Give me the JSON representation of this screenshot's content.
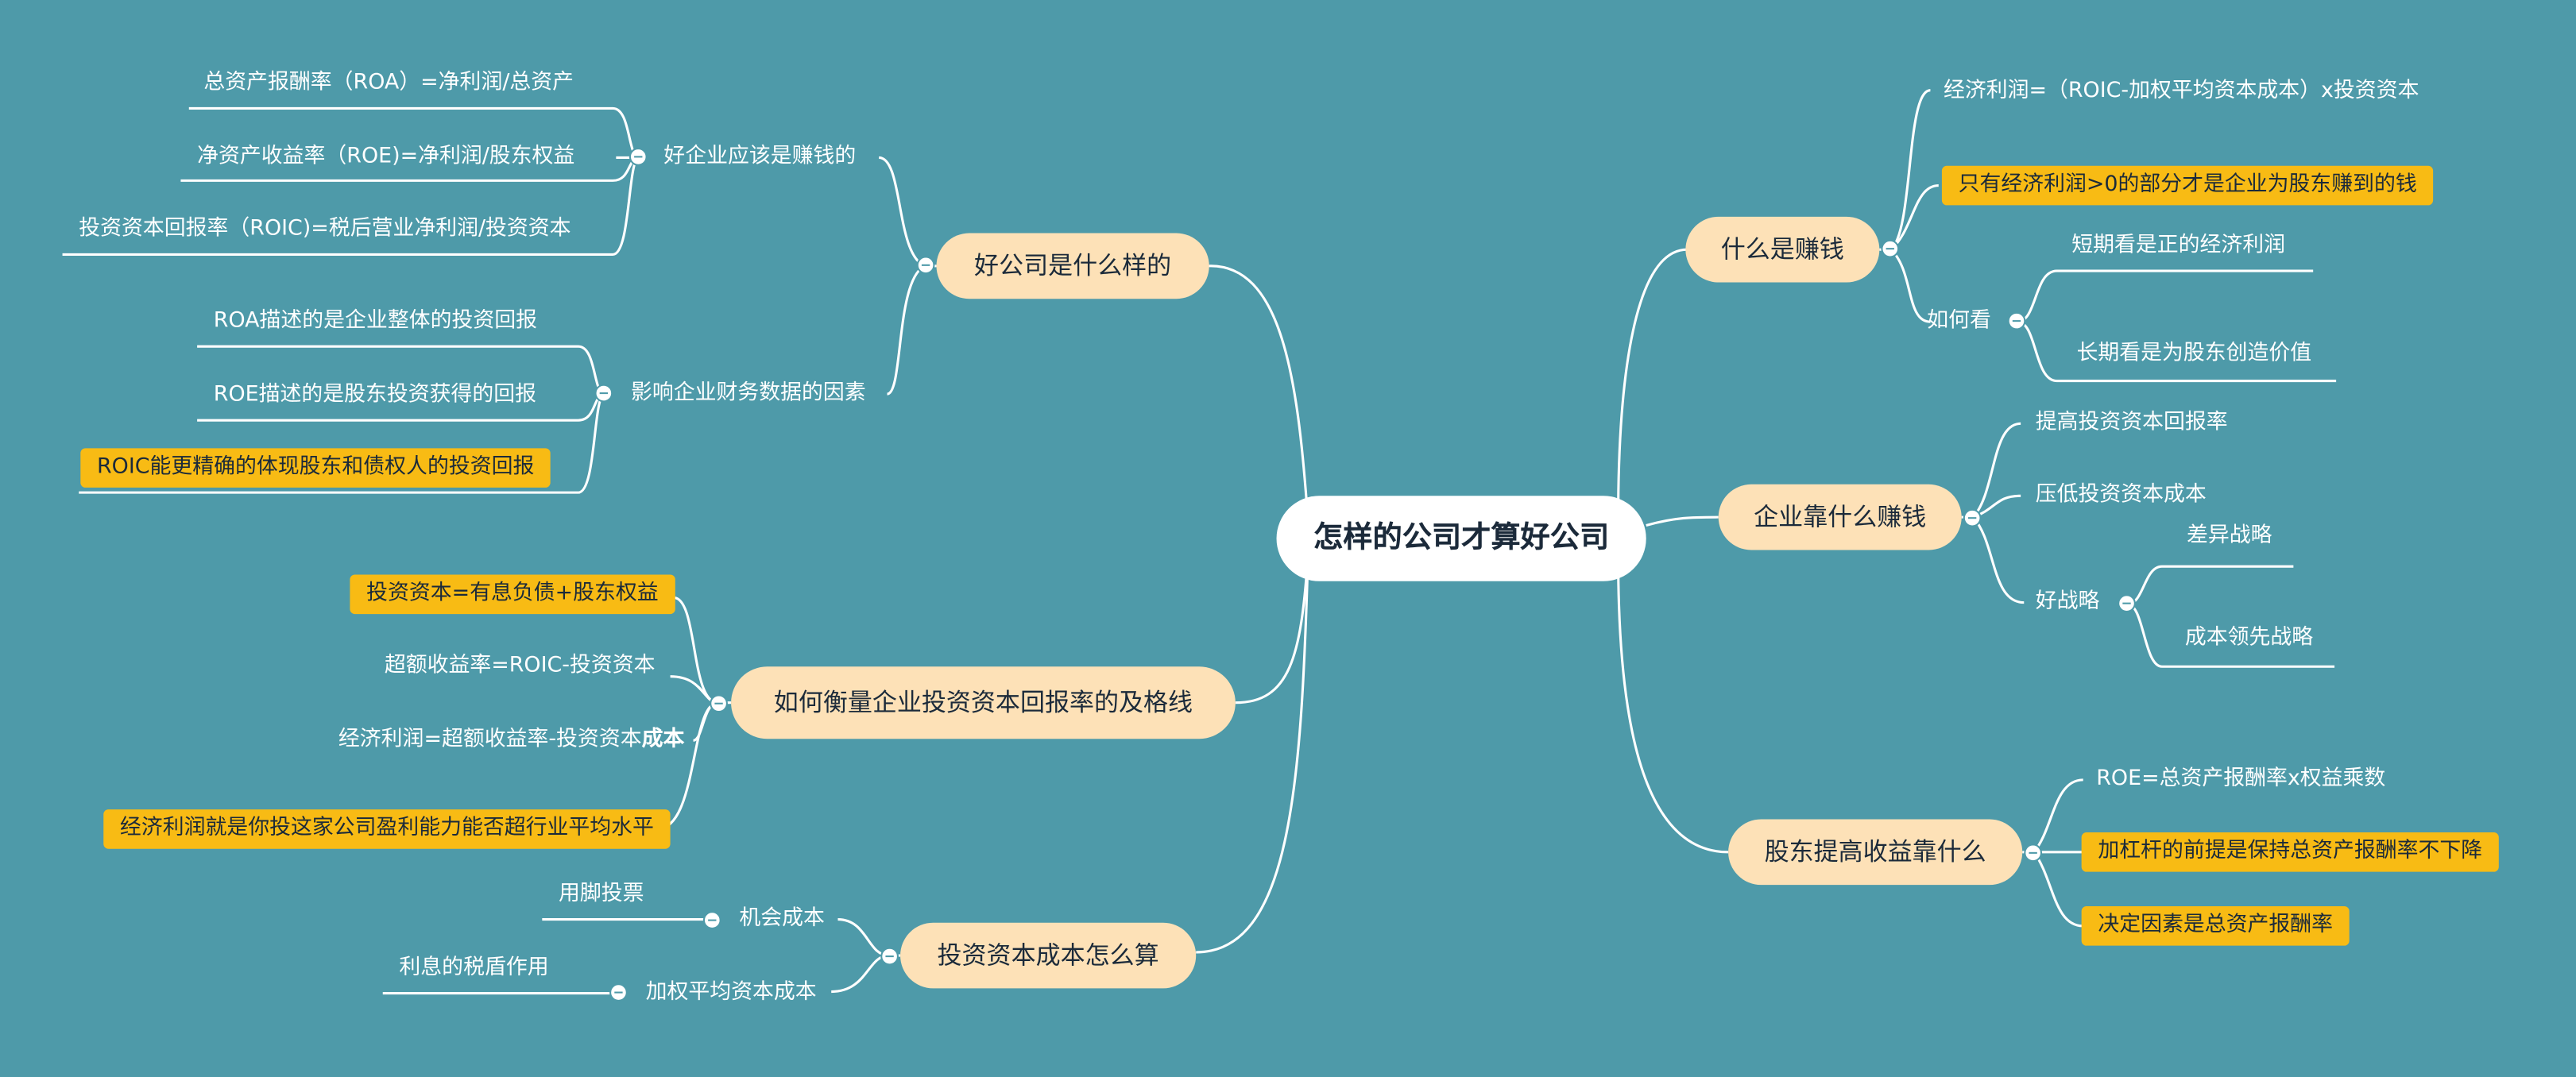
{
  "colors": {
    "background": "#4e9aa9",
    "branch": "#fde1b7",
    "highlight": "#f8bb14",
    "line": "#ffffff",
    "root": "#ffffff"
  },
  "icons": {
    "toggle": "collapse-minus-icon"
  },
  "root": "怎样的公司才算好公司",
  "left": {
    "good_company": {
      "title": "好公司是什么样的",
      "earn": {
        "label": "好企业应该是赚钱的",
        "items": [
          "总资产报酬率（ROA）=净利润/总资产",
          "净资产收益率（ROE)=净利润/股东权益",
          "投资资本回报率（ROIC)=税后营业净利润/投资资本"
        ]
      },
      "factors": {
        "label": "影响企业财务数据的因素",
        "items": [
          "ROA描述的是企业整体的投资回报",
          "ROE描述的是股东投资获得的回报",
          "ROIC能更精确的体现股东和债权人的投资回报"
        ]
      }
    },
    "measure": {
      "title": "如何衡量企业投资资本回报率的及格线",
      "items": [
        "投资资本=有息负债+股东权益",
        "超额收益率=ROIC-投资资本",
        "经济利润=超额收益率-投资资本",
        "经济利润就是你投这家公司盈利能力能否超行业平均水平"
      ],
      "suffix": "成本"
    },
    "cost": {
      "title": "投资资本成本怎么算",
      "opportunity": {
        "label": "机会成本",
        "items": [
          "用脚投票"
        ]
      },
      "wacc": {
        "label": "加权平均资本成本",
        "items": [
          "利息的税盾作用"
        ]
      }
    }
  },
  "right": {
    "profit": {
      "title": "什么是赚钱",
      "items": [
        "经济利润=（ROIC-加权平均资本成本）x投资资本",
        "只有经济利润>0的部分才是企业为股东赚到的钱"
      ],
      "how": {
        "label": "如何看",
        "items": [
          "短期看是正的经济利润",
          "长期看是为股东创造价值"
        ]
      }
    },
    "rely": {
      "title": "企业靠什么赚钱",
      "items": [
        "提高投资资本回报率",
        "压低投资资本成本"
      ],
      "strategy": {
        "label": "好战略",
        "items": [
          "差异战略",
          "成本领先战略"
        ]
      }
    },
    "shareholder": {
      "title": "股东提高收益靠什么",
      "items": [
        "ROE=总资产报酬率x权益乘数",
        "加杠杆的前提是保持总资产报酬率不下降",
        "决定因素是总资产报酬率"
      ]
    }
  }
}
